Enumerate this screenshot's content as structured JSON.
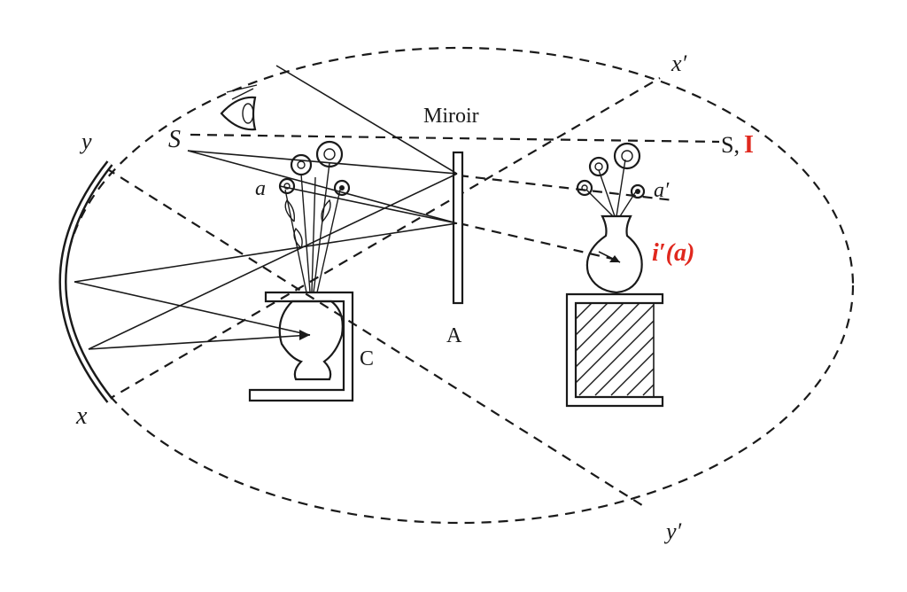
{
  "labels": {
    "mirror": "Miroir",
    "source": "S",
    "source_image": "S,",
    "image_mark": "I",
    "object": "a",
    "object_image": "a′",
    "image_caption": "i′(a)",
    "point_A": "A",
    "point_C": "C",
    "point_x": "x",
    "point_x_prime": "x′",
    "point_y": "y",
    "point_y_prime": "y′"
  },
  "colors": {
    "ink": "#1a1a1a",
    "highlight": "#e0281e"
  }
}
